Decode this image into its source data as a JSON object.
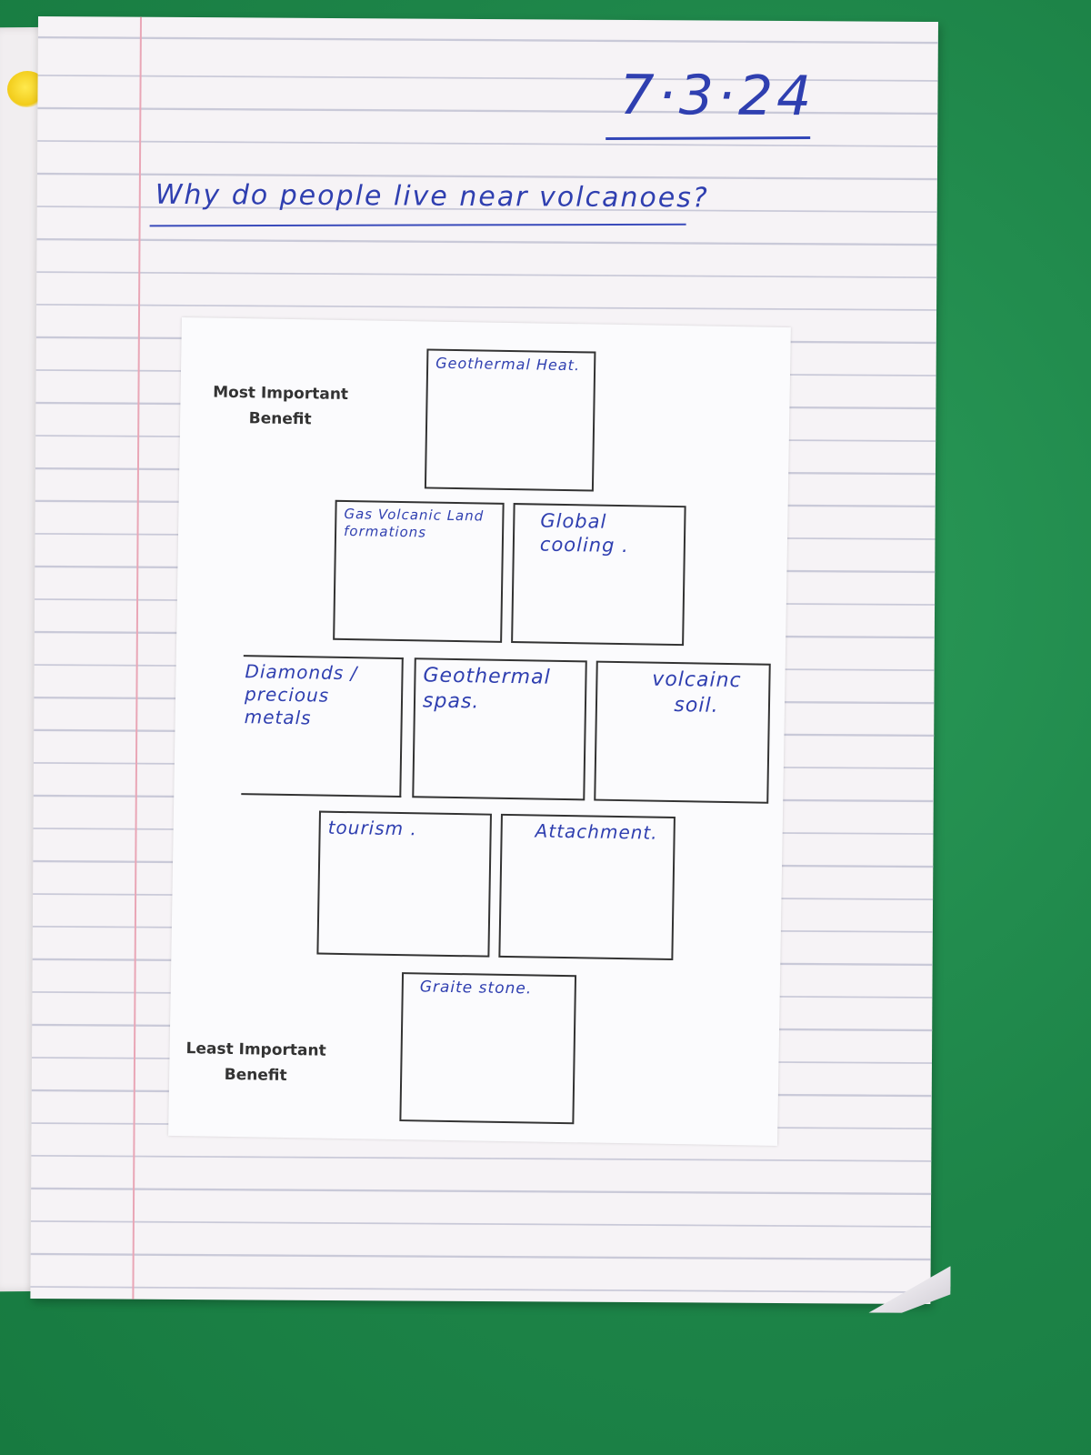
{
  "date": "7·3·24",
  "question": "Why do people live near volcanoes?",
  "worksheet": {
    "top_label": "Most Important Benefit",
    "bottom_label": "Least Important Benefit",
    "rows": [
      [
        "Geothermal Heat."
      ],
      [
        "Gas Volcanic Land formations",
        "Global cooling ."
      ],
      [
        "Diamonds / precious metals",
        "Geothermal spas.",
        "volcainc soil."
      ],
      [
        "tourism .",
        "Attachment."
      ],
      [
        "Graite stone."
      ]
    ]
  }
}
